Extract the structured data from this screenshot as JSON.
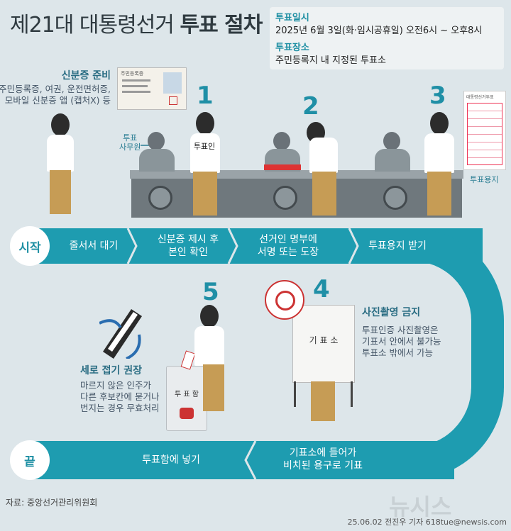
{
  "title": {
    "pre": "제21대 대통령선거",
    "bold": "투표 절차"
  },
  "info": {
    "date_label": "투표일시",
    "date_text": "2025년 6월 3일(화·임시공휴일) 오전6시 ~ 오후8시",
    "place_label": "투표장소",
    "place_text": "주민등록지 내 지정된 투표소"
  },
  "id_prep": {
    "heading": "신분증 준비",
    "line1": "주민등록증, 여권, 운전면허증,",
    "line2": "모바일 신분증 앱 (캡처X) 등",
    "card_title": "주민등록증"
  },
  "labels": {
    "staff": "투표\n사무원",
    "voter_tag": "투표인",
    "ballot_paper": "투표용지",
    "booth": "기 표 소",
    "ballot_box": "투 표 함"
  },
  "numbers": [
    "1",
    "2",
    "3",
    "4",
    "5"
  ],
  "ballot_sheet": {
    "title": "대통령선거투표"
  },
  "top_steps": [
    {
      "text": "줄서서 대기"
    },
    {
      "text": "신분증 제시 후\n본인 확인"
    },
    {
      "text": "선거인 명부에\n서명 또는 도장"
    },
    {
      "text": "투표용지 받기"
    }
  ],
  "bottom_steps": [
    {
      "text": "투표함에 넣기"
    },
    {
      "text": "기표소에 들어가\n비치된 용구로 기표"
    }
  ],
  "start_label": "시작",
  "end_label": "끝",
  "photo_ban": {
    "heading": "사진촬영 금지",
    "line1": "투표인증 사진촬영은",
    "line2": "기표서 안에서 불가능",
    "line3": "투표소 밖에서 가능"
  },
  "fold": {
    "heading": "세로 접기 권장",
    "line1": "마르지 않은 인주가",
    "line2": "다른 후보칸에 묻거나",
    "line3": "번지는 경우 무효처리"
  },
  "source": "자료: 중앙선거관리위원회",
  "credit": "25.06.02 전진우 기자 618tue@newsis.com",
  "watermark": "뉴시스",
  "colors": {
    "band": "#1e9cb0",
    "accent": "#1f8fa6",
    "background": "#dde6ea"
  }
}
